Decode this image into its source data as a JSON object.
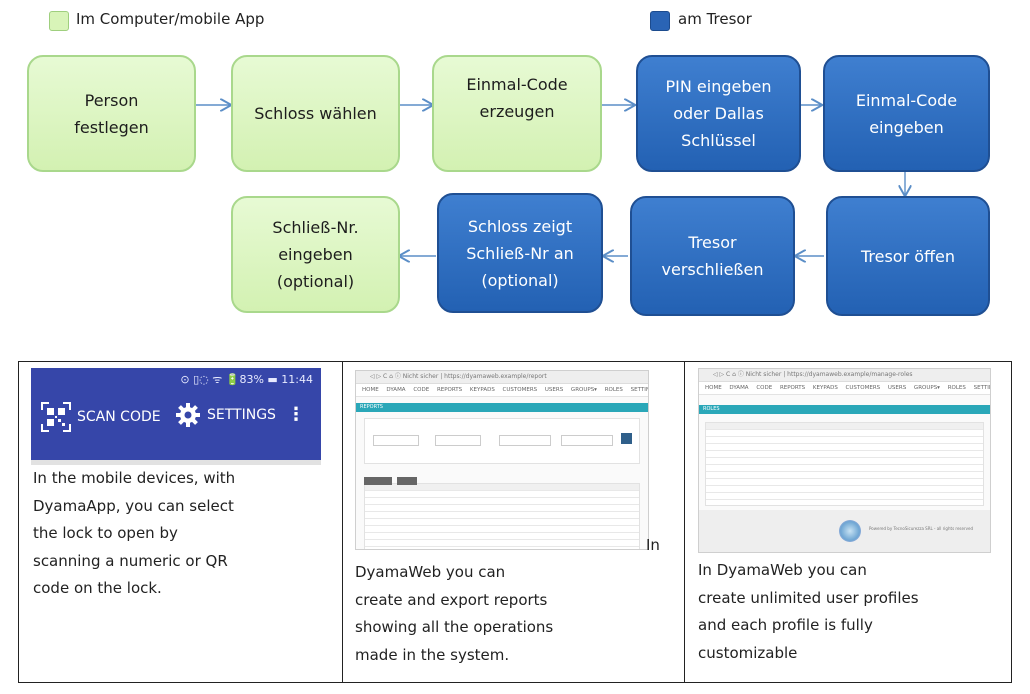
{
  "legend": {
    "app_label": "Im Computer/mobile App",
    "tresor_label": "am Tresor",
    "app_color": "#d8f4b8",
    "tresor_color": "#2a64b5"
  },
  "flow_nodes": [
    {
      "id": "n1",
      "label": "Person\nfestlegen",
      "kind": "app"
    },
    {
      "id": "n2",
      "label": "Schloss wählen",
      "kind": "app"
    },
    {
      "id": "n3",
      "label": "Einmal-Code\nerzeugen",
      "kind": "app"
    },
    {
      "id": "n4",
      "label": "PIN eingeben\noder Dallas\nSchlüssel",
      "kind": "tresor"
    },
    {
      "id": "n5",
      "label": "Einmal-Code\neingeben",
      "kind": "tresor"
    },
    {
      "id": "n6",
      "label": "Tresor öffen",
      "kind": "tresor"
    },
    {
      "id": "n7",
      "label": "Tresor\nverschließen",
      "kind": "tresor"
    },
    {
      "id": "n8",
      "label": "Schloss zeigt\nSchließ-Nr an\n(optional)",
      "kind": "tresor"
    },
    {
      "id": "n9",
      "label": "Schließ-Nr.\neingeben\n(optional)",
      "kind": "app"
    }
  ],
  "flow_edges": [
    [
      "n1",
      "n2"
    ],
    [
      "n2",
      "n3"
    ],
    [
      "n3",
      "n4"
    ],
    [
      "n4",
      "n5"
    ],
    [
      "n5",
      "n6"
    ],
    [
      "n6",
      "n7"
    ],
    [
      "n7",
      "n8"
    ],
    [
      "n8",
      "n9"
    ]
  ],
  "panels": {
    "mobile": {
      "status": "⊙ ▯◌ ᯤ 🔋83% ▬ 11:44",
      "scan_label": "SCAN CODE",
      "settings_label": "SETTINGS",
      "caption": "In the mobile devices, with\nDyamaApp, you can select\nthe lock to open by\nscanning a numeric or QR\ncode on the lock."
    },
    "reports": {
      "in_word": "In",
      "caption": "DyamaWeb you can\ncreate and export reports\nshowing all the operations\nmade in the system.",
      "url_text": "◁ ▷ C ⌂  ⓘ  Nicht sicher | https://dyamaweb.example/report",
      "menu_text": "HOME DYAMA CODE REPORTS KEYPADS CUSTOMERS USERS GROUPS▾ ROLES SETTINGS ACCOUNT",
      "bar_text": "REPORTS"
    },
    "profiles": {
      "caption": "In DyamaWeb you can\ncreate unlimited user profiles\nand each profile is fully\ncustomizable",
      "url_text": "◁ ▷ C ⌂  ⓘ  Nicht sicher | https://dyamaweb.example/manage-roles",
      "menu_text": "HOME DYAMA CODE REPORTS KEYPADS CUSTOMERS USERS GROUPS▾ ROLES SETTINGS ACC",
      "bar_text": "ROLES",
      "footer_text": "Powered by TecnoSicurezza SRL - all rights reserved"
    }
  }
}
